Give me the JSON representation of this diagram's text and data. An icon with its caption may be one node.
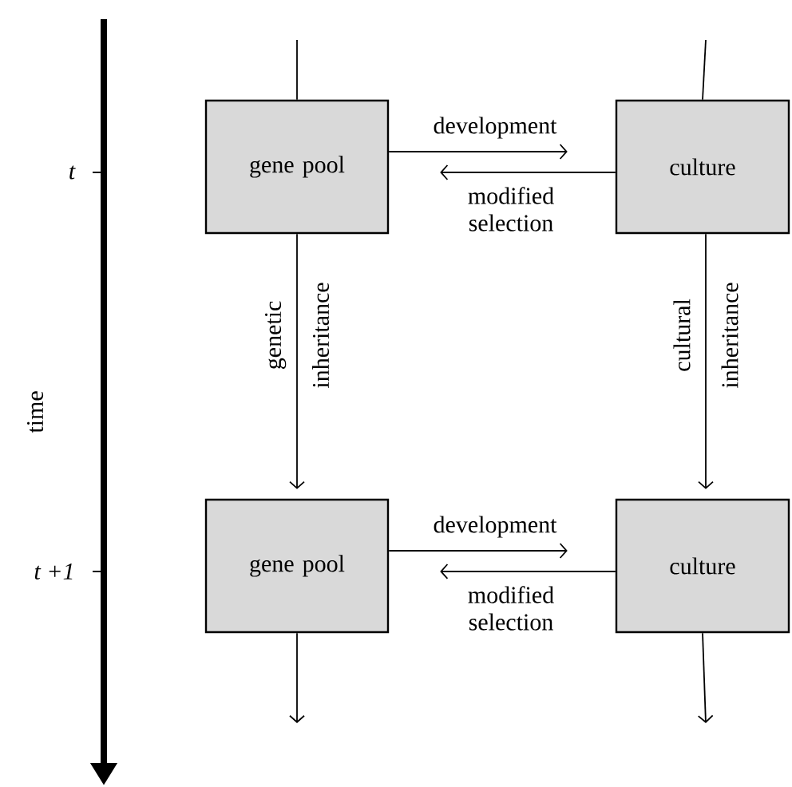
{
  "diagram": {
    "nodes": [
      {
        "text": [
          "gene pool"
        ]
      },
      {
        "text": [
          "culture"
        ]
      },
      {
        "text": [
          "gene pool"
        ]
      },
      {
        "text": [
          "culture"
        ]
      }
    ],
    "edges": [
      {
        "from": null,
        "to": 0,
        "arrow": "none"
      },
      {
        "from": null,
        "to": 1,
        "arrow": "none"
      },
      {
        "from": 0,
        "to": 1,
        "arrow": "to",
        "label": "development"
      },
      {
        "from": 1,
        "to": 0,
        "arrow": "to",
        "label": "modified selection"
      },
      {
        "from": 0,
        "to": 2,
        "arrow": "to",
        "label": "genetic inheritance"
      },
      {
        "from": 1,
        "to": 3,
        "arrow": "to",
        "label": "cultural inheritance"
      },
      {
        "from": 2,
        "to": 3,
        "arrow": "to",
        "label": "development"
      },
      {
        "from": 3,
        "to": 2,
        "arrow": "to",
        "label": "modified selection"
      },
      {
        "from": 2,
        "to": null,
        "arrow": "to"
      },
      {
        "from": 3,
        "to": null,
        "arrow": "to"
      }
    ],
    "labels": [
      "t",
      "*t* +1",
      "time"
    ]
  }
}
